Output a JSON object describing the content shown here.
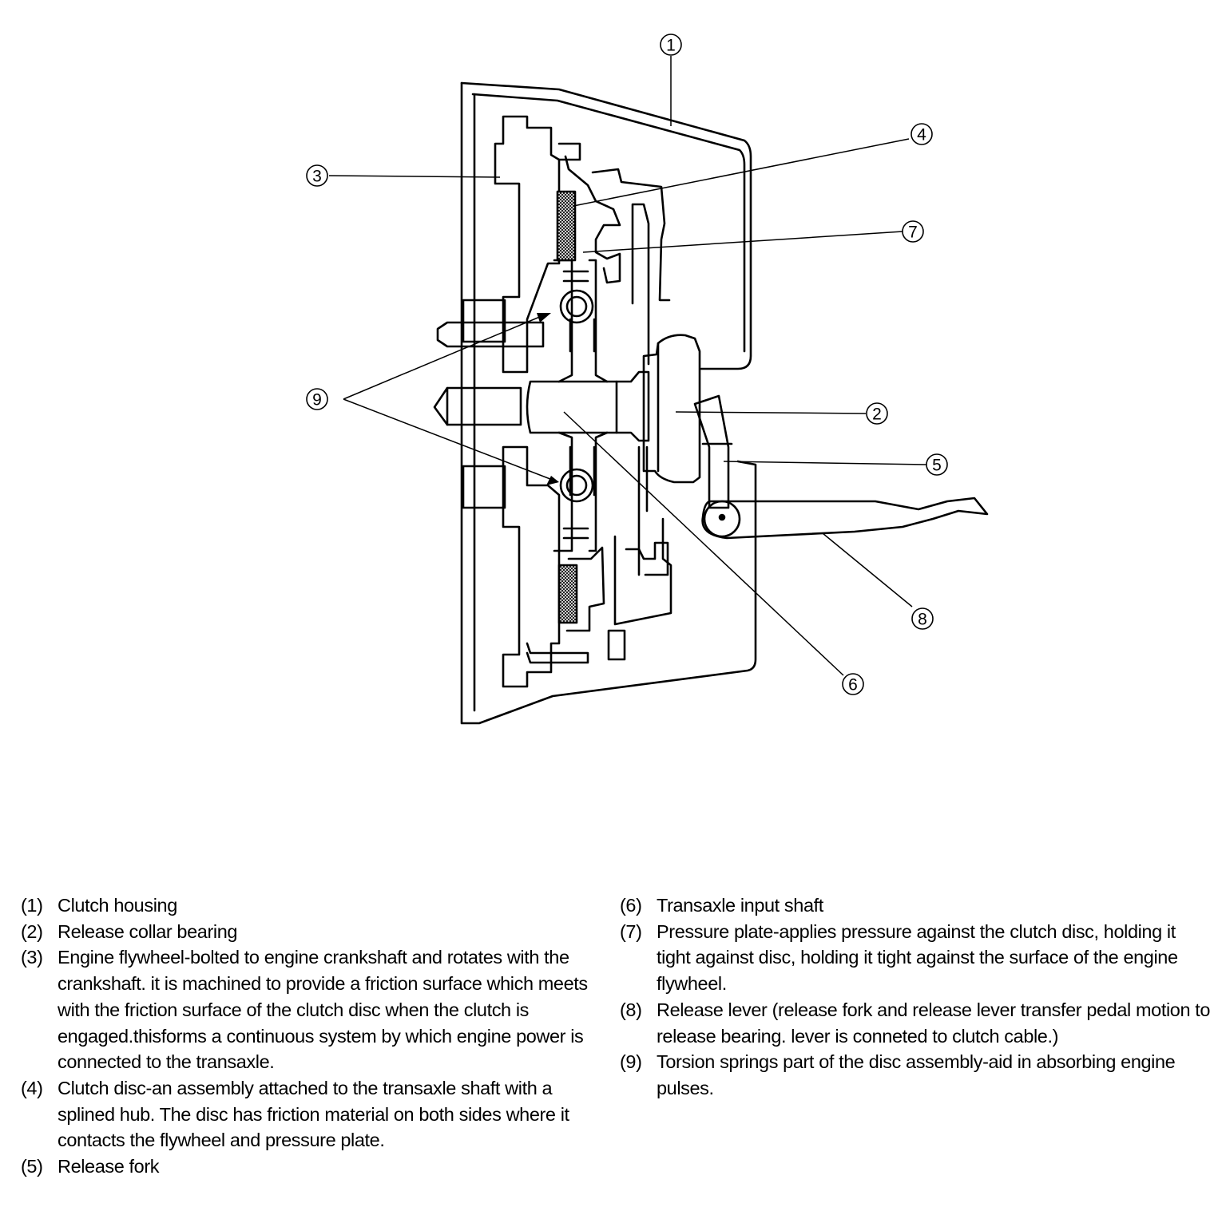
{
  "callouts": {
    "c1": "1",
    "c2": "2",
    "c3": "3",
    "c4": "4",
    "c5": "5",
    "c6": "6",
    "c7": "7",
    "c8": "8",
    "c9": "9"
  },
  "legend": {
    "left": [
      {
        "num": "(1)",
        "text": "Clutch housing"
      },
      {
        "num": "(2)",
        "text": "Release collar bearing"
      },
      {
        "num": "(3)",
        "text": "Engine flywheel-bolted to engine crankshaft and rotates with the crankshaft. it is machined to provide a friction surface which meets with the friction surface of the clutch disc when the clutch is engaged.thisforms a continuous system by which engine power is connected to the transaxle."
      },
      {
        "num": "(4)",
        "text": "Clutch disc-an assembly attached to the transaxle shaft with a splined hub. The disc has friction material on both sides where it contacts the flywheel and pressure plate."
      },
      {
        "num": "(5)",
        "text": "Release fork"
      }
    ],
    "right": [
      {
        "num": "(6)",
        "text": "Transaxle input shaft"
      },
      {
        "num": "(7)",
        "text": "Pressure plate-applies pressure against the clutch disc, holding it tight against disc, holding it tight against the surface of the engine flywheel."
      },
      {
        "num": "(8)",
        "text": "Release lever (release fork and release lever transfer pedal motion to release bearing. lever is conneted to clutch cable.)"
      },
      {
        "num": "(9)",
        "text": "Torsion springs part of the disc assembly-aid in absorbing engine pulses."
      }
    ]
  }
}
